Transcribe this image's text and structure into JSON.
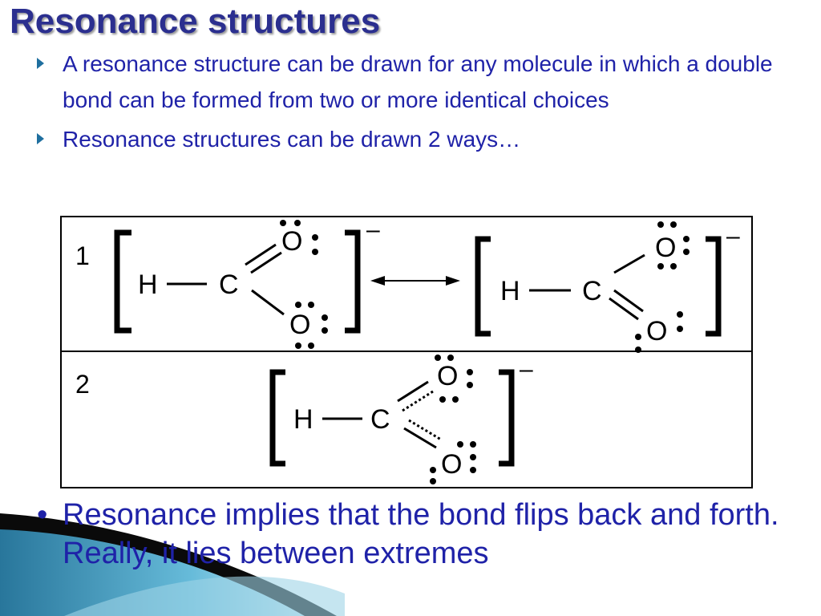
{
  "slide": {
    "title": "Resonance structures",
    "bullets": [
      "A resonance structure can be drawn for any molecule in which a double bond can be formed from two or more identical choices",
      "Resonance structures can be drawn 2 ways…"
    ],
    "bottom_bullet_marker": "•",
    "bottom_bullet": "Resonance implies that the bond flips back and forth.  Really, it lies between extremes"
  },
  "table": {
    "row1": {
      "number": "1",
      "left_structure": {
        "h": "H",
        "c": "C",
        "o_top": "O",
        "o_bottom": "O",
        "charge": "–"
      },
      "right_structure": {
        "h": "H",
        "c": "C",
        "o_top": "O",
        "o_bottom": "O",
        "charge": "–"
      }
    },
    "row2": {
      "number": "2",
      "structure": {
        "h": "H",
        "c": "C",
        "o_top": "O",
        "o_bottom": "O",
        "charge": "–"
      }
    }
  },
  "colors": {
    "title": "#2b2f8f",
    "body_text": "#1f22a8",
    "bullet_arrow": "#1f6f9f",
    "diagram": "#000000"
  }
}
